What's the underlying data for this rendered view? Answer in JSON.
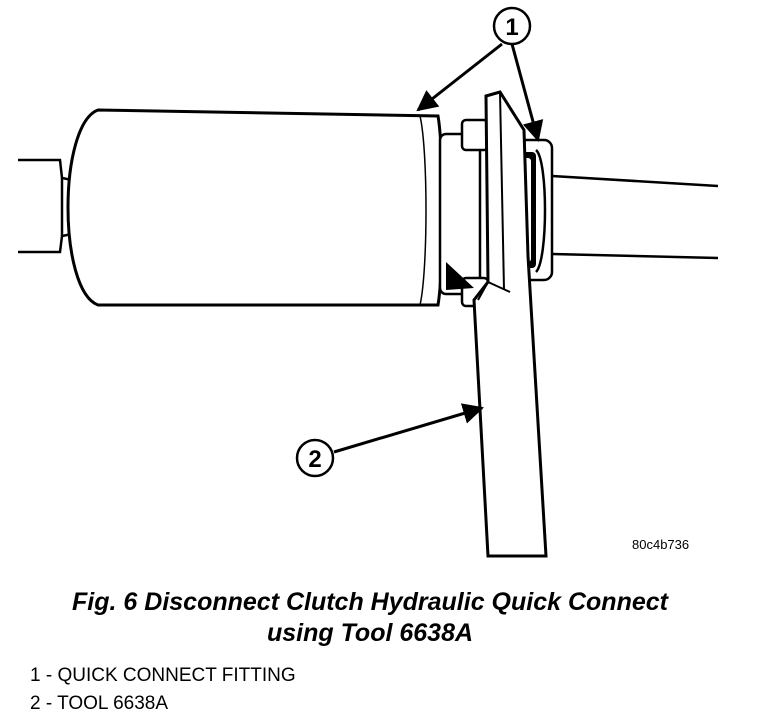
{
  "figure": {
    "image_code": "80c4b736",
    "caption_line1": "Fig. 6 Disconnect Clutch Hydraulic Quick Connect",
    "caption_line2": "using Tool 6638A"
  },
  "callouts": [
    {
      "number": "1",
      "label": "1 - QUICK CONNECT FITTING"
    },
    {
      "number": "2",
      "label": "2 - TOOL 6638A"
    }
  ]
}
